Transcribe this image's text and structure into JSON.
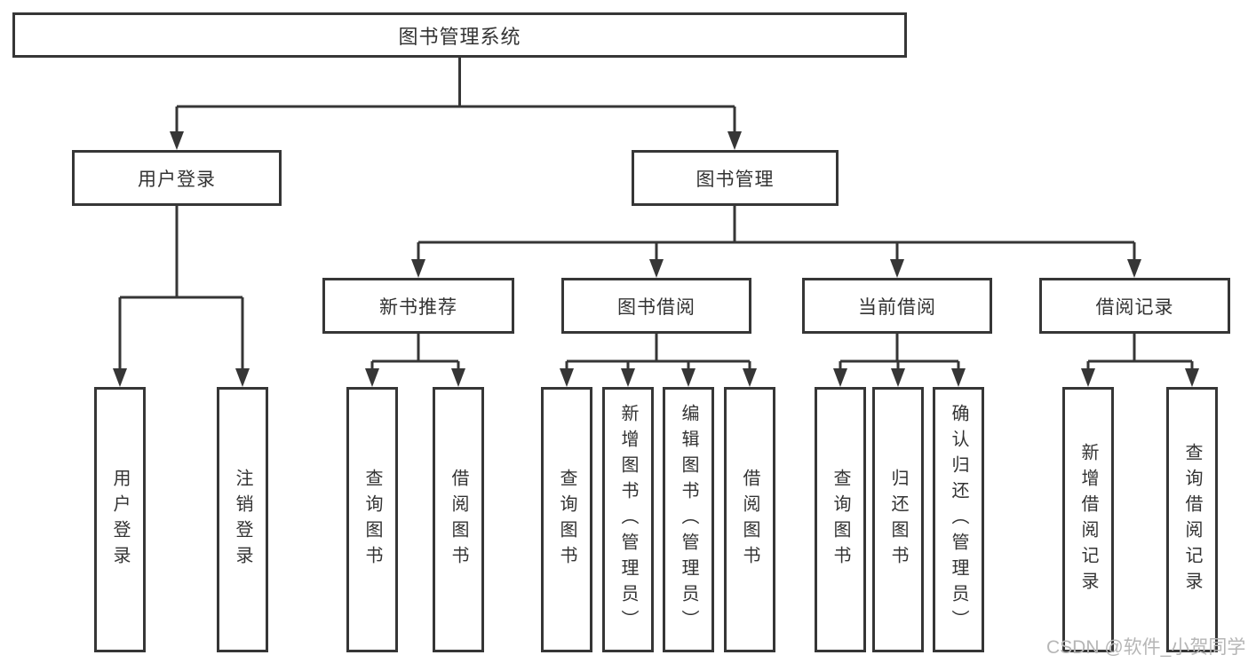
{
  "root": {
    "label": "图书管理系统"
  },
  "level2": [
    {
      "label": "用户登录",
      "children": [
        {
          "label": "用户登录"
        },
        {
          "label": "注销登录"
        }
      ]
    },
    {
      "label": "图书管理",
      "children": [
        {
          "label": "新书推荐",
          "children": [
            {
              "label": "查询图书"
            },
            {
              "label": "借阅图书"
            }
          ]
        },
        {
          "label": "图书借阅",
          "children": [
            {
              "label": "查询图书"
            },
            {
              "label": "新增图书（管理员）"
            },
            {
              "label": "编辑图书（管理员）"
            },
            {
              "label": "借阅图书"
            }
          ]
        },
        {
          "label": "当前借阅",
          "children": [
            {
              "label": "查询图书"
            },
            {
              "label": "归还图书"
            },
            {
              "label": "确认归还（管理员）"
            }
          ]
        },
        {
          "label": "借阅记录",
          "children": [
            {
              "label": "新增借阅记录"
            },
            {
              "label": "查询借阅记录"
            }
          ]
        }
      ]
    }
  ],
  "watermark": {
    "text": "CSDN @软件_小贺同学"
  },
  "colors": {
    "line": "#363636",
    "box_border": "#363636",
    "box_fill": "#ffffff",
    "text": "#333333",
    "watermark": "#b6b6b6",
    "background": "#ffffff"
  }
}
